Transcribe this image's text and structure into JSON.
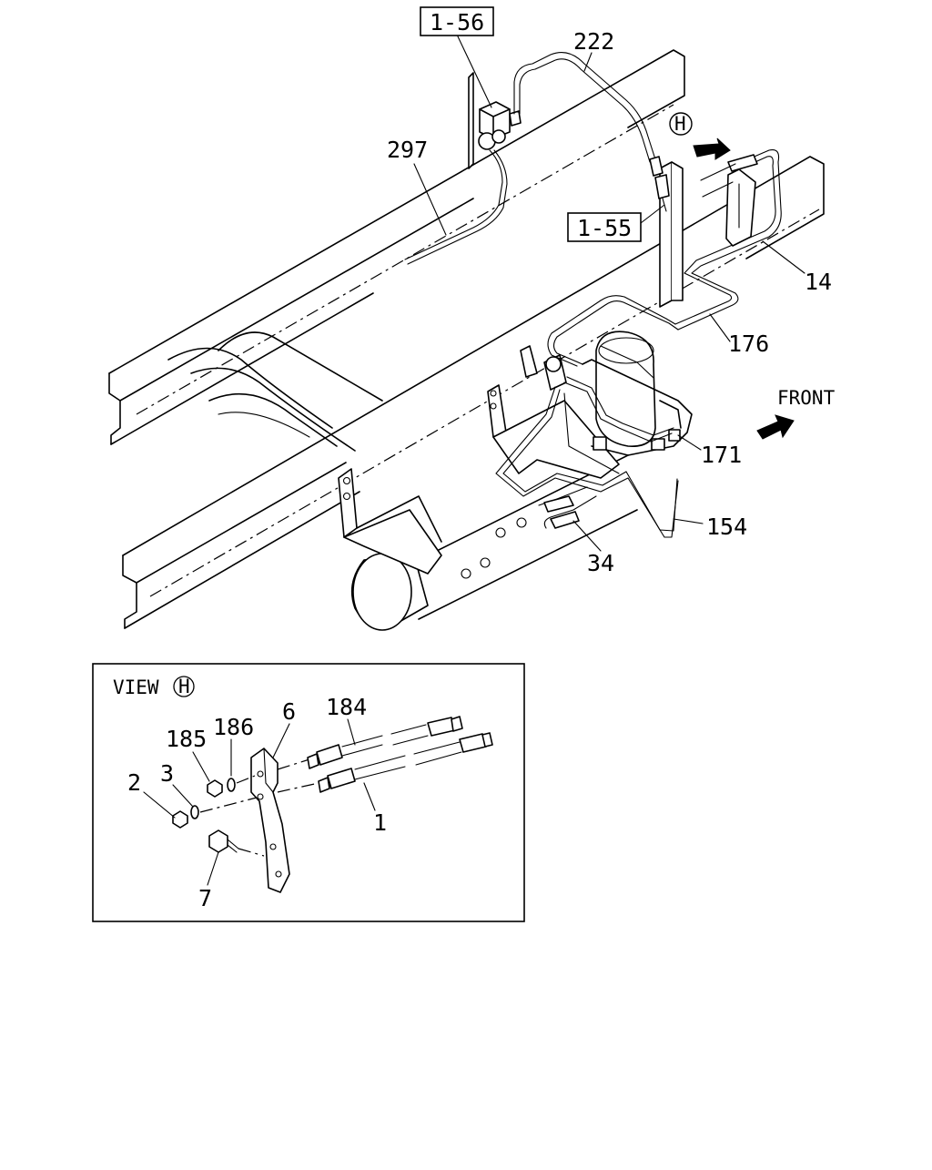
{
  "callouts": {
    "ref_1_56": "1-56",
    "ref_1_55": "1-55",
    "p222": "222",
    "p297": "297",
    "p14": "14",
    "p176": "176",
    "p171": "171",
    "p154": "154",
    "p34": "34",
    "view_mark": "H",
    "front": "FRONT"
  },
  "view_inset": {
    "title": "VIEW",
    "mark": "H",
    "p184": "184",
    "p185": "185",
    "p186": "186",
    "p6": "6",
    "p2": "2",
    "p3": "3",
    "p1": "1",
    "p7": "7"
  }
}
